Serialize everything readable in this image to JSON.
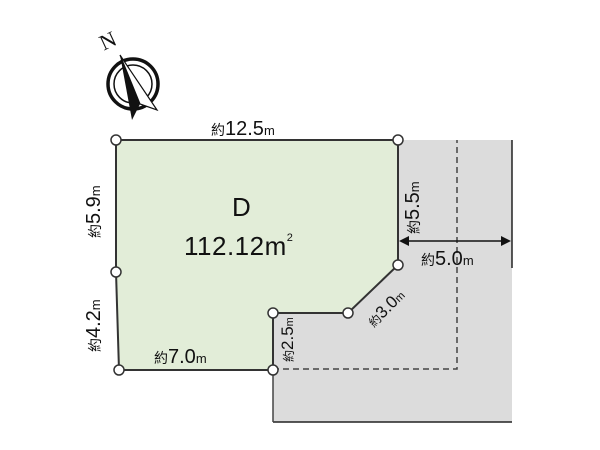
{
  "lot": {
    "name": "D",
    "area_value": "112.12",
    "area_unit": "m",
    "area_superscript": "2",
    "fill_color": "#e2edd8"
  },
  "compass": {
    "label": "N",
    "icon": "north-arrow-icon"
  },
  "dimensions": {
    "top": {
      "prefix": "約",
      "value": "12.5",
      "unit": "m"
    },
    "right_upper": {
      "prefix": "約",
      "value": "5.5",
      "unit": "m"
    },
    "diagonal": {
      "prefix": "約",
      "value": "3.0",
      "unit": "m"
    },
    "step": {
      "prefix": "約",
      "value": "2.5",
      "unit": "m"
    },
    "bottom": {
      "prefix": "約",
      "value": "7.0",
      "unit": "m"
    },
    "left_upper": {
      "prefix": "約",
      "value": "5.9",
      "unit": "m"
    },
    "left_lower": {
      "prefix": "約",
      "value": "4.2",
      "unit": "m"
    },
    "road_width": {
      "prefix": "約",
      "value": "5.0",
      "unit": "m"
    }
  },
  "colors": {
    "lot_fill": "#e2edd8",
    "road_fill": "#dcdcdc",
    "outline": "#333333"
  }
}
